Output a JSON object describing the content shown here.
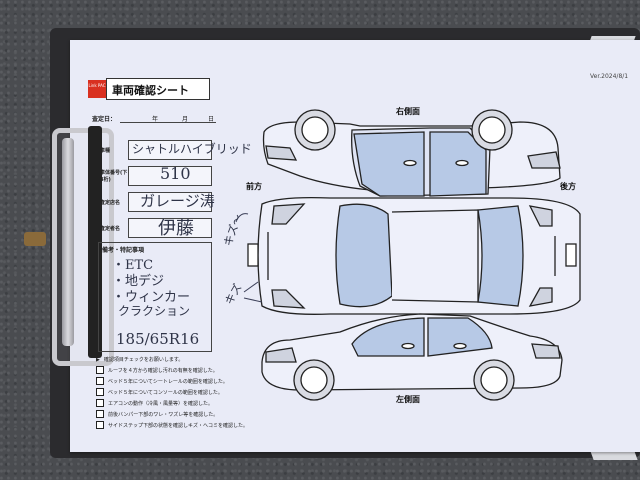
{
  "sheet": {
    "logo_text": "Link PAC",
    "title": "車両確認シート",
    "version": "Ver.2024/8/1",
    "date_label": "査定日：",
    "year_label": "年",
    "month_label": "月",
    "day_label": "日"
  },
  "fields": [
    {
      "label": "車種",
      "handwritten": "シャトルハイブリッド"
    },
    {
      "label": "車体番号(下3桁)",
      "handwritten": "510"
    },
    {
      "label": "査定店名",
      "handwritten": "ガレージ涛"
    },
    {
      "label": "査定者名",
      "handwritten": "伊藤"
    }
  ],
  "remarks": {
    "label": "備考・特記事項",
    "lines": [
      "・ETC",
      "・地デジ",
      "・ウィンカー",
      "クラクション"
    ],
    "tire_note": "185/65R16"
  },
  "diagram": {
    "right_side": "右側面",
    "front": "前方",
    "rear": "後方",
    "left_side": "左側面",
    "scratch_note_1": "キズ〜",
    "scratch_note_2": "キズ"
  },
  "checklist": {
    "heading": "確認項目チェックをお願いします。",
    "items": [
      "ルーフを４方から確認し汚れの有無を確認した。",
      "ベッド５年についてシートレールの範囲を確認した。",
      "ベッド５年についてコンソールの範囲を確認した。",
      "エアコンの動作（冷風・風量等）を確認した。",
      "前後バンパー下部のワレ・ワズレ等を確認した。",
      "サイドステップ下部の状態を確認しキズ・ヘコミを確認した。"
    ]
  }
}
